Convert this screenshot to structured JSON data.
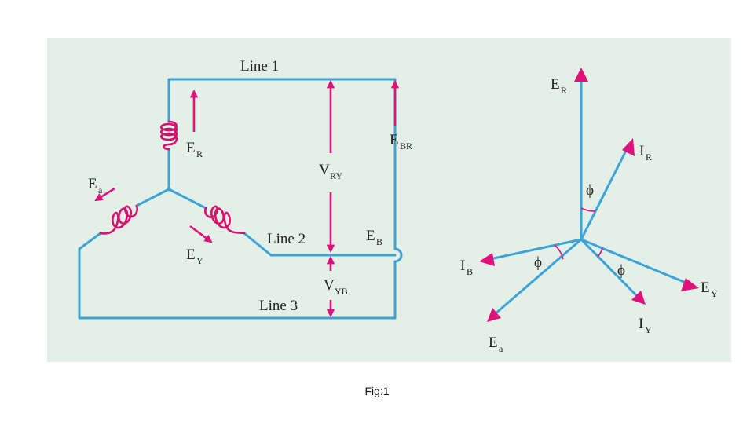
{
  "figure": {
    "caption": "Fig:1",
    "colors": {
      "background": "#e3efe7",
      "wire": "#3aa3d8",
      "arrow": "#e0117a",
      "coil": "#d4106c",
      "text": "#222222"
    },
    "circuit": {
      "lines": [
        "Line 1",
        "Line 2",
        "Line 3"
      ],
      "sources": [
        {
          "name": "E",
          "sub": "R"
        },
        {
          "name": "E",
          "sub": "Y"
        },
        {
          "name": "E",
          "sub": "a"
        }
      ],
      "voltages": [
        {
          "name": "V",
          "sub": "RY"
        },
        {
          "name": "V",
          "sub": "YB"
        },
        {
          "name": "E",
          "sub": "BR"
        },
        {
          "name": "E",
          "sub": "B"
        }
      ]
    },
    "phasor_diagram": {
      "phasors": [
        {
          "name": "E",
          "sub": "R"
        },
        {
          "name": "I",
          "sub": "R"
        },
        {
          "name": "E",
          "sub": "Y"
        },
        {
          "name": "I",
          "sub": "Y"
        },
        {
          "name": "I",
          "sub": "B"
        },
        {
          "name": "E",
          "sub": "a"
        }
      ],
      "angle_symbol": "ϕ"
    }
  }
}
